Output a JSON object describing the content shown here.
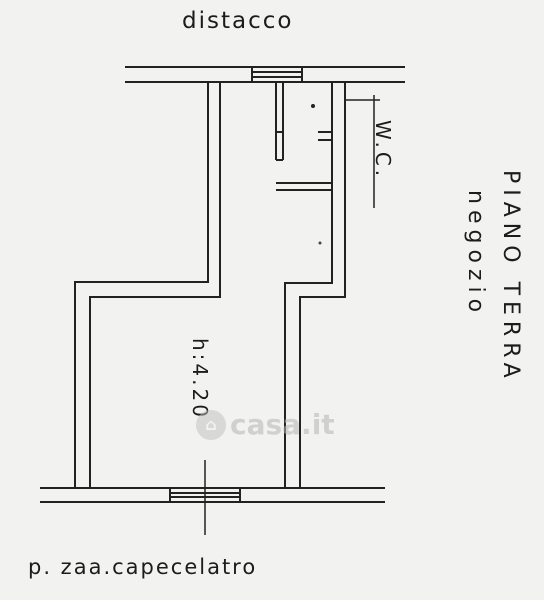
{
  "labels": {
    "top_street": "distacco",
    "bottom_street": "p. zaa.capecelatro",
    "wc": "W.C.",
    "floor": "PIANO TERRA",
    "use": "negozio",
    "height": "h:4.20"
  },
  "watermark": {
    "text": "casa.it",
    "icon": "house-icon"
  }
}
